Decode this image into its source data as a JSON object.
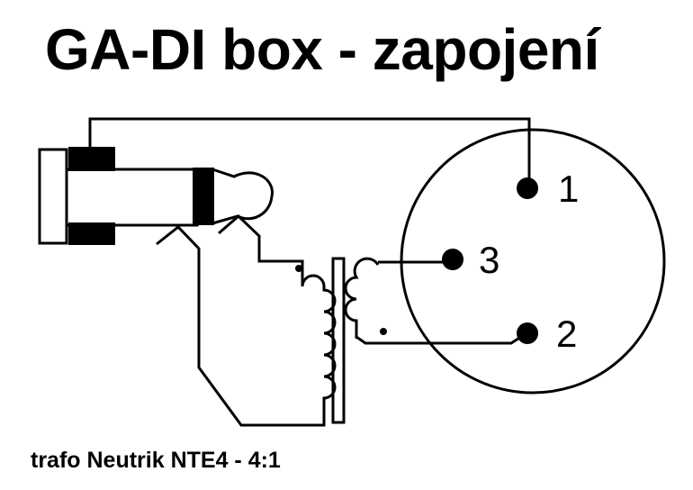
{
  "title": "GA-DI box - zapojení",
  "caption": "trafo Neutrik NTE4 - 4:1",
  "xlr_pins": [
    {
      "name": "pin-1",
      "label": "1"
    },
    {
      "name": "pin-3",
      "label": "3"
    },
    {
      "name": "pin-2",
      "label": "2"
    }
  ],
  "colors": {
    "ink": "#000000",
    "background": "#ffffff"
  }
}
